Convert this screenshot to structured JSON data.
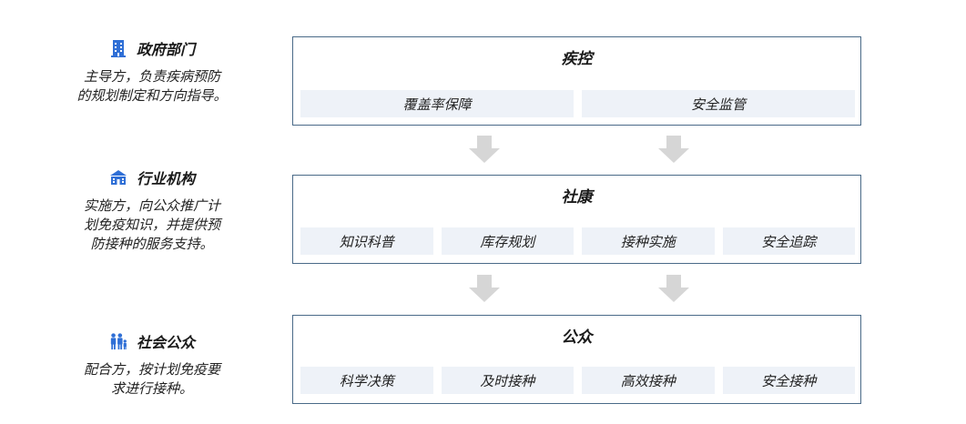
{
  "roles": [
    {
      "icon": "building-icon",
      "title": "政府部门",
      "desc": "主导方，负责疾病预防\n的规划制定和方向指导。"
    },
    {
      "icon": "institution-icon",
      "title": "行业机构",
      "desc": "实施方，向公众推广计\n划免疫知识，并提供预\n防接种的服务支持。"
    },
    {
      "icon": "family-icon",
      "title": "社会公众",
      "desc": "配合方，按计划免疫要\n求进行接种。"
    }
  ],
  "panels": [
    {
      "title": "疾控",
      "items": [
        "覆盖率保障",
        "安全监管"
      ]
    },
    {
      "title": "社康",
      "items": [
        "知识科普",
        "库存规划",
        "接种实施",
        "安全追踪"
      ]
    },
    {
      "title": "公众",
      "items": [
        "科学决策",
        "及时接种",
        "高效接种",
        "安全接种"
      ]
    }
  ],
  "colors": {
    "icon": "#2f6fd6",
    "panel_border": "#4a6a88",
    "item_bg": "#eef2f8",
    "arrow": "#d6d6d6"
  }
}
